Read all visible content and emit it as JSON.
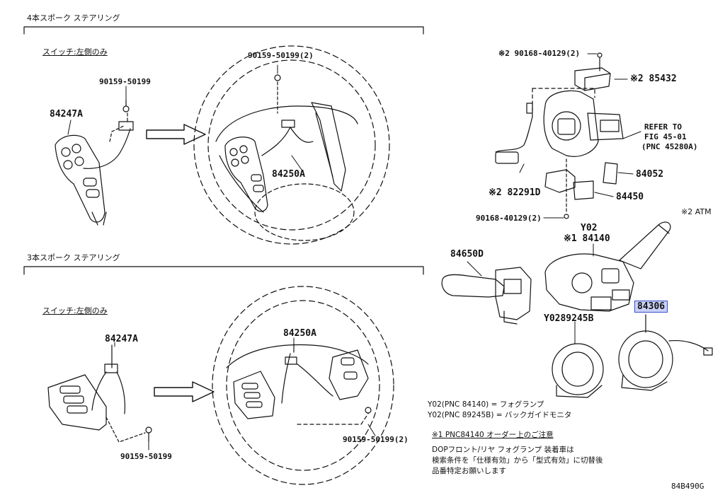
{
  "sections": {
    "four_spoke": {
      "title": "4本スポーク ステアリング",
      "note": "スイッチ:左側のみ"
    },
    "three_spoke": {
      "title": "3本スポーク ステアリング",
      "note": "スイッチ:左側のみ"
    }
  },
  "labels": {
    "p_90159_50199_a": "90159-50199",
    "p_84247A_a": "84247A",
    "p_90159_50199_2_a": "90159-50199(2)",
    "p_84250A_a": "84250A",
    "p_90168_40129_2_top": "※2 90168-40129(2)",
    "p_85432": "※2 85432",
    "refer_to": "REFER TO",
    "refer_fig": "FIG 45-01",
    "refer_pnc": "(PNC 45280A)",
    "p_82291D": "※2 82291D",
    "p_84052": "84052",
    "p_84450": "84450",
    "p_90168_40129_2_bot": "90168-40129(2)",
    "atm": "※2 ATM",
    "y02_top": "Y02",
    "p_84140": "※1 84140",
    "p_84650D": "84650D",
    "p_84306": "84306",
    "p_89245B": "Y0289245B",
    "p_84247A_b": "84247A",
    "p_84250A_b": "84250A",
    "p_90159_50199_b": "90159-50199",
    "p_90159_50199_2_b": "90159-50199(2)",
    "diagram_code": "84B490G"
  },
  "notes": {
    "y02_84140": "Y02(PNC 84140) = フォグランプ",
    "y02_89245B": "Y02(PNC 89245B) = バックガイドモニタ",
    "caution_title": "※1 PNC84140 オーダー上のご注意",
    "caution_line1": "DOPフロント/リヤ フォグランプ 装着車は",
    "caution_line2": "検索条件を「仕様有効」から「型式有効」に切替後",
    "caution_line3": "品番特定お願いします"
  }
}
